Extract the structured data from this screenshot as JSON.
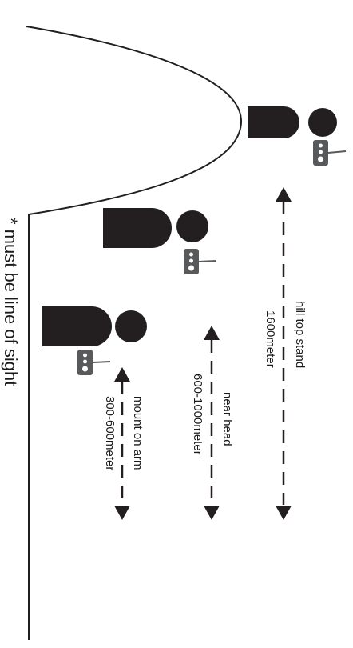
{
  "footnote": "* must be line of sight",
  "ranges": [
    {
      "id": "hill-top",
      "title": "hill top stand",
      "distance": "1600meter"
    },
    {
      "id": "near-head",
      "title": "near head",
      "distance": "600-1000meter"
    },
    {
      "id": "arm",
      "title": "mount on arm",
      "distance": "300-600meter"
    }
  ],
  "colors": {
    "figure": "#231f20",
    "device": "#58595b",
    "line": "#231f20",
    "background": "#ffffff"
  },
  "icons": {
    "figure": "person-silhouette-icon",
    "device": "transmitter-device-icon",
    "arrow": "double-arrow-icon"
  }
}
